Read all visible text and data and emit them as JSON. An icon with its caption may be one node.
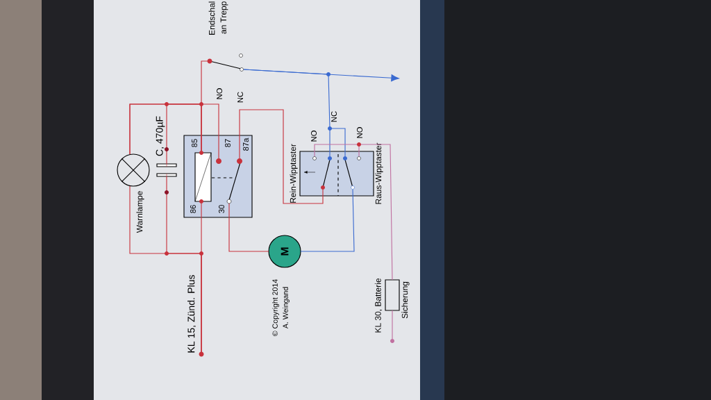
{
  "diagram": {
    "nodes": [
      {
        "text": [],
        "shape": "circle",
        "beside": [
          "Warnlampe"
        ]
      },
      {
        "text": [],
        "shape": "picture",
        "beside": [
          "C, 470µF"
        ]
      },
      {
        "text": [
          "85",
          "86",
          "87",
          "30",
          "87a"
        ]
      },
      {
        "text": [],
        "shape": "picture",
        "beside": [
          "Endschal",
          "an Trepp"
        ]
      },
      {
        "text": [
          "NO",
          "NC",
          "NO",
          "Rein-Wipptaster",
          "Raus-Wipptaster"
        ]
      },
      {
        "text": [
          "M"
        ]
      },
      {
        "text": [],
        "shape": "box",
        "beside": [
          "Sicherung"
        ]
      },
      {
        "text": [
          "KL 15, Zünd. Plus"
        ]
      },
      {
        "text": [
          "KL 30, Batterie"
        ]
      }
    ],
    "edges": [
      {
        "from": 7,
        "to": 2,
        "arrow": "none"
      },
      {
        "from": 7,
        "to": 0,
        "arrow": "none"
      },
      {
        "from": 7,
        "to": 1,
        "arrow": "none"
      },
      {
        "from": 2,
        "to": 0,
        "arrow": "none"
      },
      {
        "from": 2,
        "to": 1,
        "arrow": "none"
      },
      {
        "from": 2,
        "to": 3,
        "arrow": "none"
      },
      {
        "from": 2,
        "to": 0,
        "arrow": "none"
      },
      {
        "from": 2,
        "to": 4,
        "arrow": "none"
      },
      {
        "from": 2,
        "to": 5,
        "arrow": "none"
      },
      {
        "from": 5,
        "to": 4,
        "arrow": "none",
        "color": "#3a6ad0"
      },
      {
        "from": 3,
        "to": 4,
        "arrow": "none",
        "color": "#3a6ad0"
      },
      {
        "from": 3,
        "to": null,
        "arrow": "to",
        "color": "#3a6ad0"
      },
      {
        "from": 8,
        "to": 6,
        "arrow": "none",
        "color": "#c070a0"
      },
      {
        "from": 6,
        "to": 4,
        "arrow": "none",
        "color": "#c070a0"
      }
    ],
    "labels": [
      "NO",
      "NC",
      "© Copyright 2014",
      "A. Weingand"
    ]
  }
}
